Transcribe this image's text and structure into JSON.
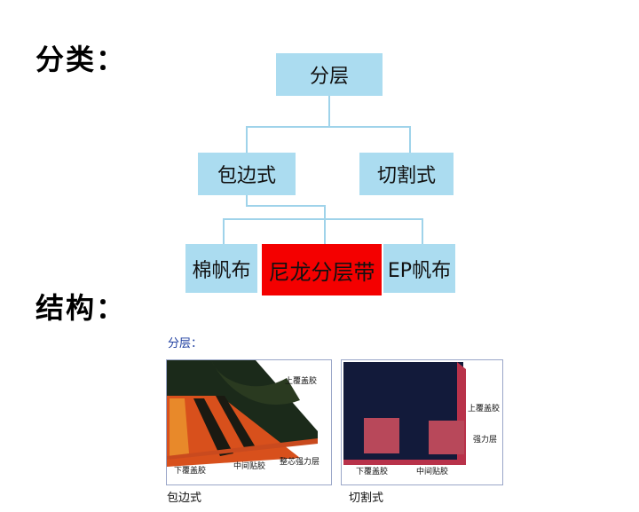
{
  "headings": {
    "classification": "分类：",
    "structure": "结构："
  },
  "tree": {
    "root": "分层",
    "level2": [
      "包边式",
      "切割式"
    ],
    "level3": [
      "棉帆布",
      "尼龙分层带",
      "EP帆布"
    ],
    "highlight_color": "#f40000",
    "box_color": "#abdcf0"
  },
  "structure": {
    "subtitle": "分层：",
    "panels": [
      {
        "caption": "包边式",
        "labels": [
          "上覆盖胶",
          "下覆盖胶",
          "中间贴胶",
          "整芯强力层"
        ]
      },
      {
        "caption": "切割式",
        "labels": [
          "上覆盖胶",
          "强力层",
          "下覆盖胶",
          "中间贴胶"
        ]
      }
    ]
  }
}
